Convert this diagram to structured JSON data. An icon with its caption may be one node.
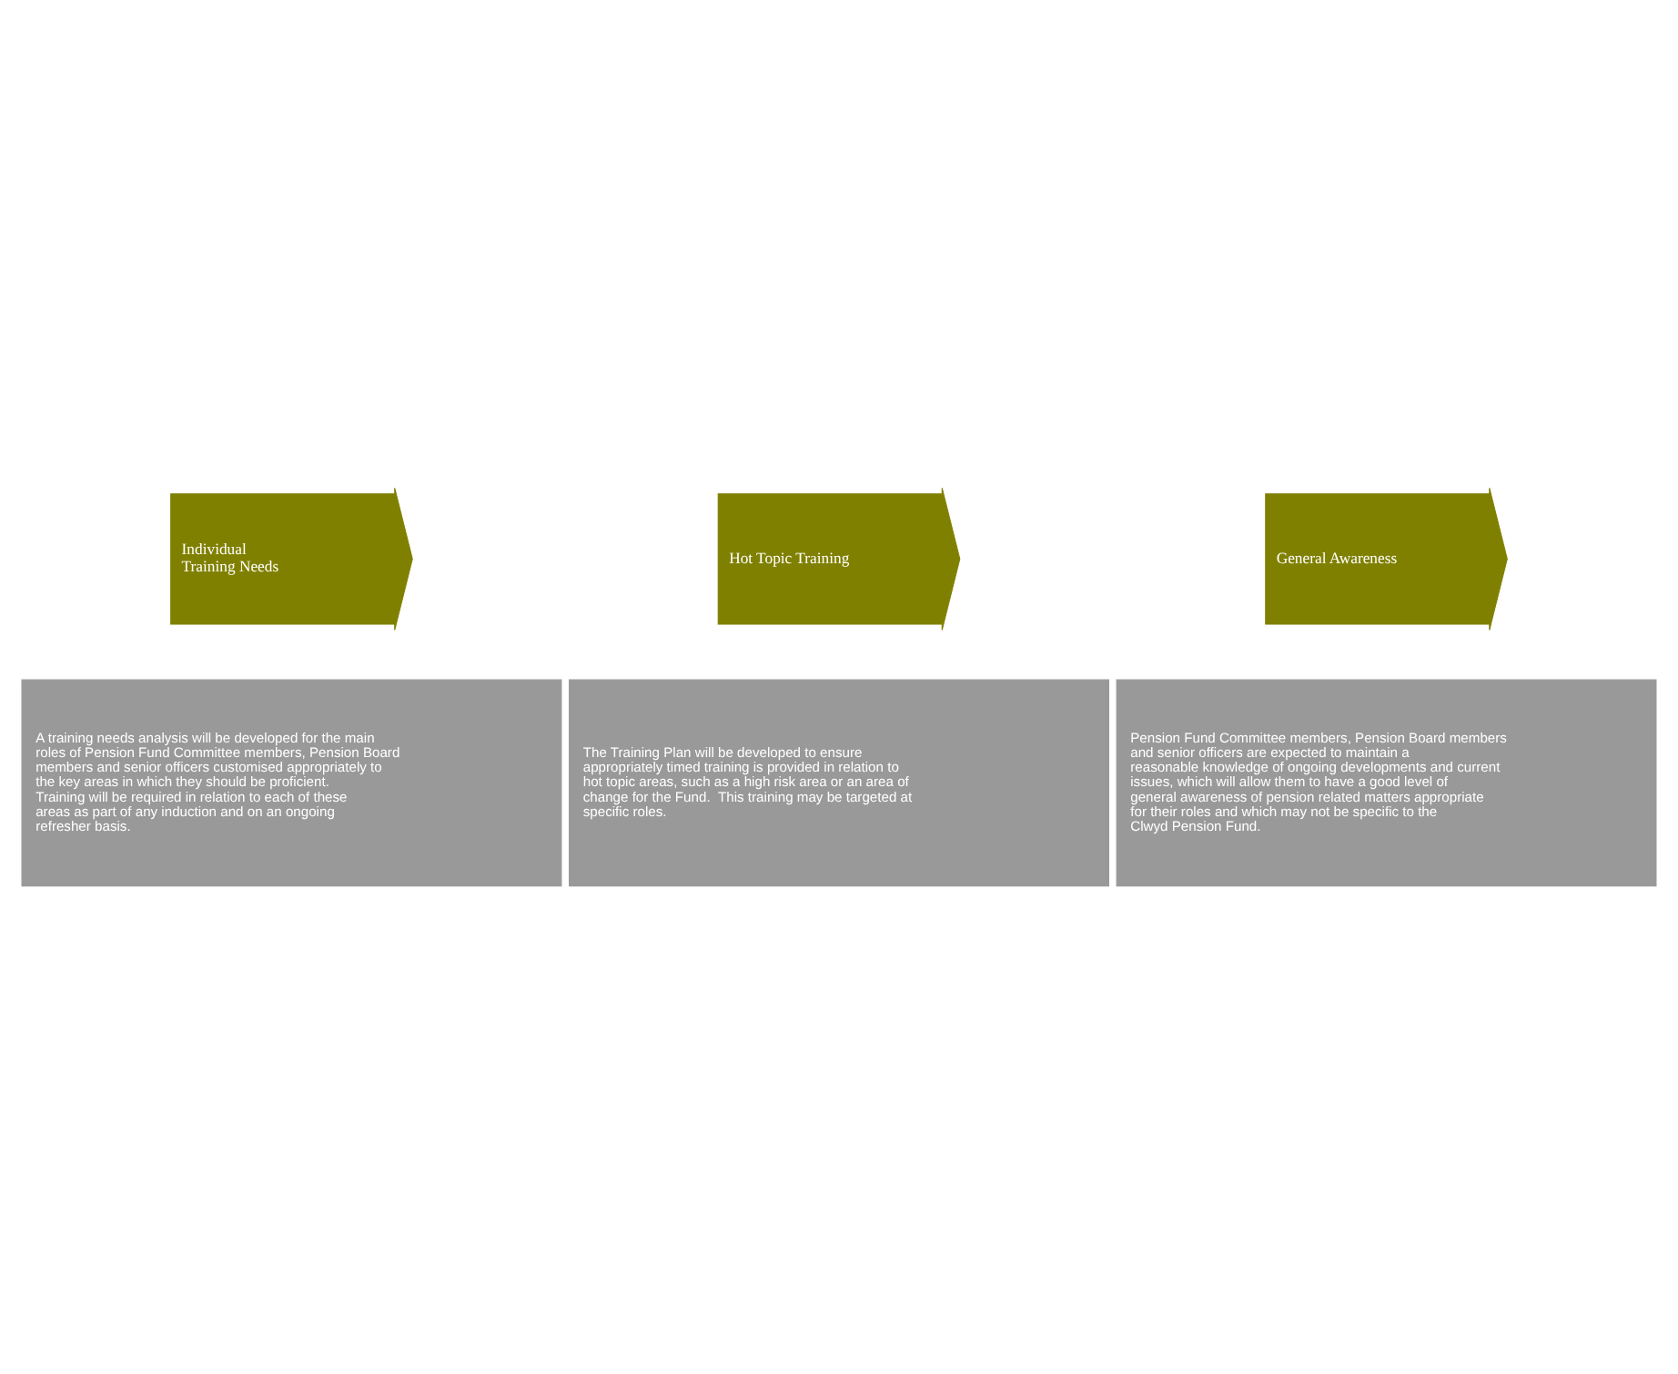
{
  "diagram": {
    "nodes": [
      {
        "text": [
          "Individual Training Needs"
        ]
      },
      {
        "text": [
          "A training needs analysis will be developed for the main roles of Pension Fund Committee members, Pension Board members and senior officers customised appropriately to the key areas in which they should be proficient.  Training will be required in relation to each of these areas as part of any induction and on an ongoing refresher basis."
        ]
      },
      {
        "text": [
          "Hot Topic Training"
        ]
      },
      {
        "text": [
          "The Training Plan will be developed to ensure appropriately timed training is provided in relation to hot topic areas, such as a high risk area or an area of change for the Fund.  This training may be targeted at specific roles."
        ]
      },
      {
        "text": [
          "General Awareness"
        ]
      },
      {
        "text": [
          "Pension Fund Committee members, Pension Board members and senior officers are expected to maintain a reasonable knowledge of ongoing developments and current issues, which will allow them to have a good level of general awareness of pension related matters appropriate for their roles and which may not be specific to the Clwyd Pension Fund."
        ]
      }
    ],
    "edges": []
  }
}
